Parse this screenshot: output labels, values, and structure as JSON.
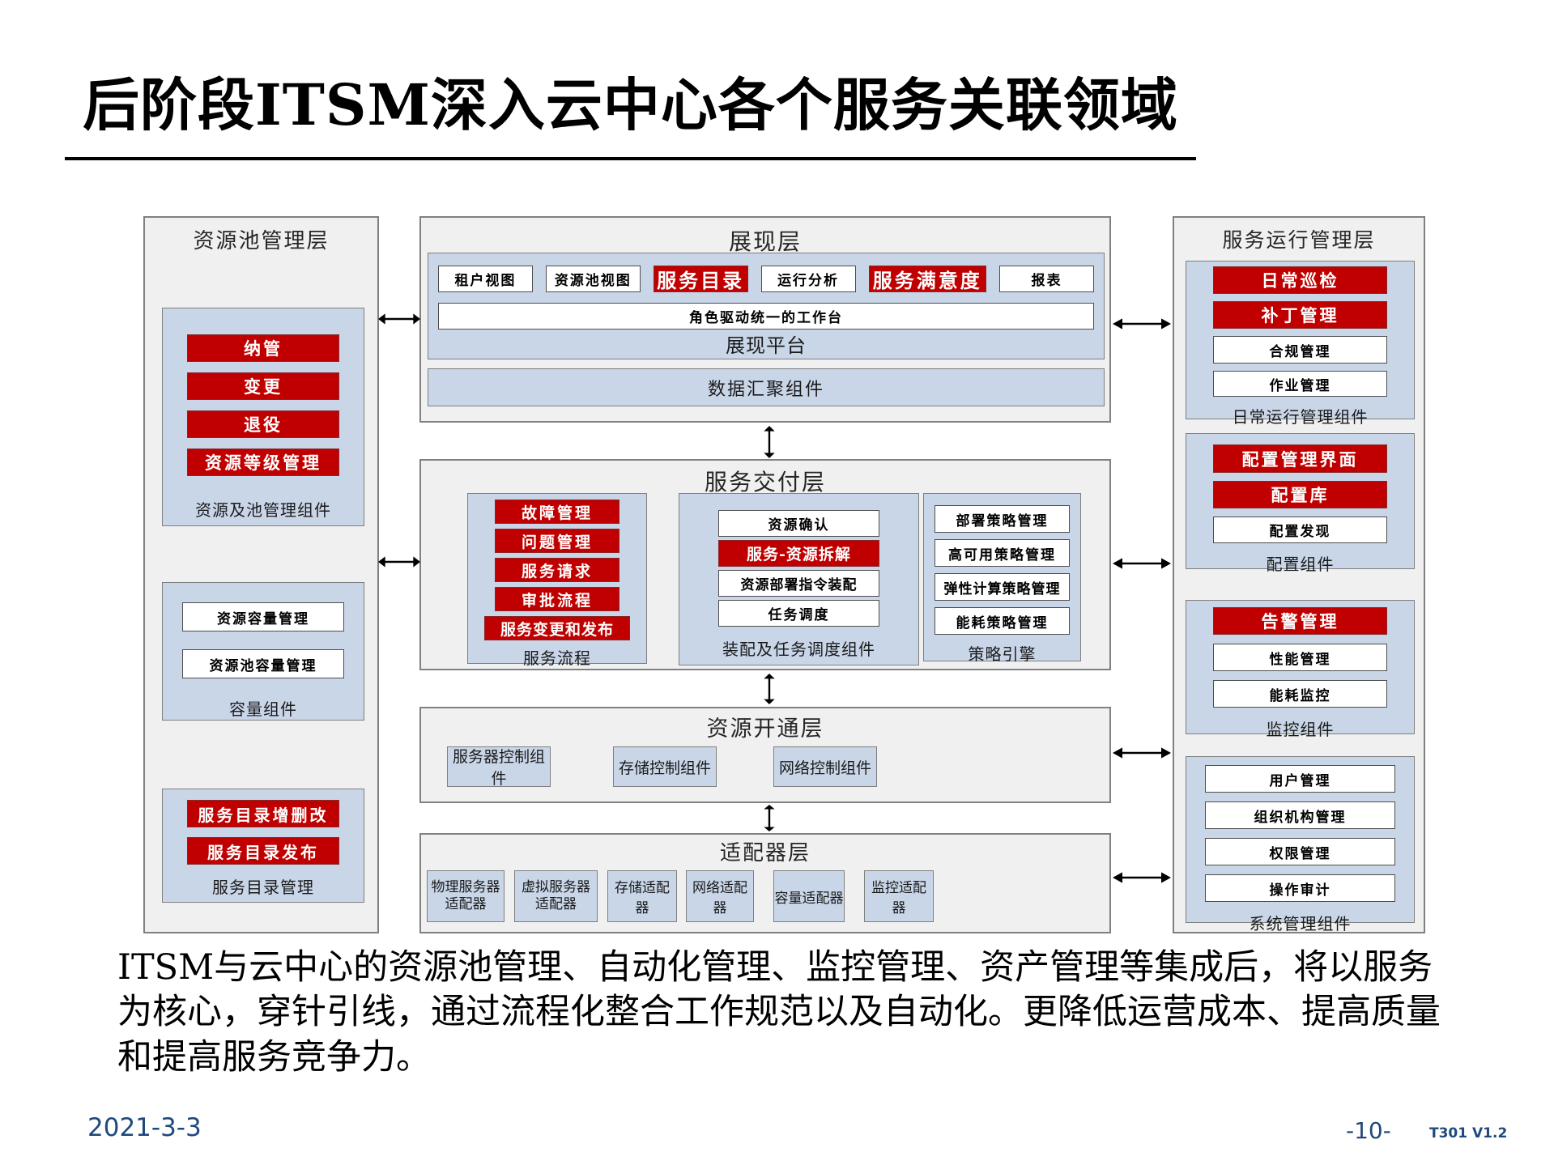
{
  "slide": {
    "title": "后阶段ITSM深入云中心各个服务关联领域",
    "summary": "ITSM与云中心的资源池管理、自动化管理、监控管理、资产管理等集成后，将以服务为核心，穿针引线，通过流程化整合工作规范以及自动化。更降低运营成本、提高质量和提高服务竞争力。",
    "date": "2021-3-3",
    "page_number": "-10-",
    "version": "T301  V1.2"
  },
  "colors": {
    "accent_red": "#c00000",
    "panel_bg": "#f0f0f0",
    "blue_box_bg": "#c9d6e8",
    "footer_blue": "#1f497d"
  },
  "diagram": {
    "left_panel": {
      "title": "资源池管理层",
      "groups": [
        {
          "label": "资源及池管理组件",
          "items": [
            "纳管",
            "变更",
            "退役",
            "资源等级管理"
          ]
        },
        {
          "label": "容量组件",
          "items": [
            "资源容量管理",
            "资源池容量管理"
          ]
        },
        {
          "label": "服务目录管理",
          "items": [
            "服务目录增删改",
            "服务目录发布"
          ]
        }
      ]
    },
    "presentation": {
      "title": "展现层",
      "top_items": [
        "租户视图",
        "资源池视图",
        "服务目录",
        "运行分析",
        "服务满意度",
        "报表"
      ],
      "workbench": "角色驱动统一的工作台",
      "platform_label": "展现平台",
      "data_bar": "数据汇聚组件"
    },
    "delivery": {
      "title": "服务交付层",
      "columns": [
        {
          "label": "服务流程",
          "items": [
            "故障管理",
            "问题管理",
            "服务请求",
            "审批流程",
            "服务变更和发布"
          ]
        },
        {
          "label": "装配及任务调度组件",
          "items": [
            "资源确认",
            "服务-资源拆解",
            "资源部署指令装配",
            "任务调度"
          ]
        },
        {
          "label": "策略引擎",
          "items": [
            "部署策略管理",
            "高可用策略管理",
            "弹性计算策略管理",
            "能耗策略管理"
          ]
        }
      ]
    },
    "provisioning": {
      "title": "资源开通层",
      "items": [
        "服务器控制组件",
        "存储控制组件",
        "网络控制组件"
      ]
    },
    "adapter": {
      "title": "适配器层",
      "items": [
        "物理服务器\n适配器",
        "虚拟服务器\n适配器",
        "存储适配器",
        "网络适配器",
        "容量适配器",
        "监控适配器"
      ]
    },
    "right_panel": {
      "title": "服务运行管理层",
      "groups": [
        {
          "label": "日常运行管理组件",
          "items": [
            "日常巡检",
            "补丁管理",
            "合规管理",
            "作业管理"
          ]
        },
        {
          "label": "配置组件",
          "items": [
            "配置管理界面",
            "配置库",
            "配置发现"
          ]
        },
        {
          "label": "监控组件",
          "items": [
            "告警管理",
            "性能管理",
            "能耗监控"
          ]
        },
        {
          "label": "系统管理组件",
          "items": [
            "用户管理",
            "组织机构管理",
            "权限管理",
            "操作审计"
          ]
        }
      ]
    }
  }
}
